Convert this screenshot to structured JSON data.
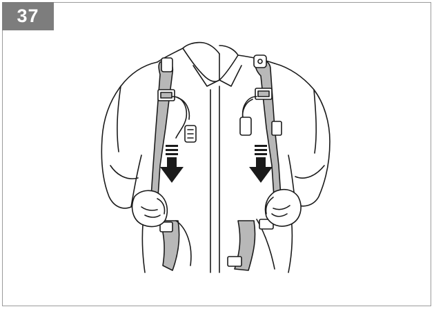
{
  "step": {
    "number": "37"
  },
  "colors": {
    "badge_bg": "#7d7d7d",
    "badge_text": "#ffffff",
    "strap_fill": "#b8b8b8",
    "line": "#1a1a1a",
    "arrow": "#1a1a1a"
  },
  "illustration": {
    "subject": "person-wearing-harness-shoulder-straps",
    "arrows": [
      "down-arrow-left",
      "down-arrow-right"
    ]
  }
}
